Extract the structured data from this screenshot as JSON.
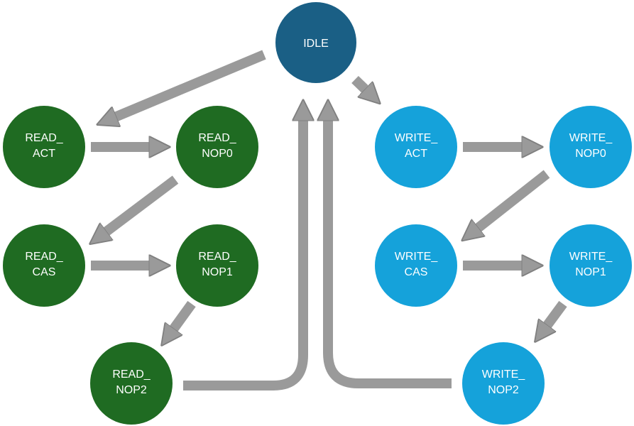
{
  "diagram": {
    "colors": {
      "idle": "#1a5f85",
      "read": "#1f6b22",
      "write": "#15a2da",
      "arrow": "#9a9a9a"
    },
    "nodes": {
      "idle": {
        "line1": "IDLE"
      },
      "read_act": {
        "line1": "READ_",
        "line2": "ACT"
      },
      "read_nop0": {
        "line1": "READ_",
        "line2": "NOP0"
      },
      "read_cas": {
        "line1": "READ_",
        "line2": "CAS"
      },
      "read_nop1": {
        "line1": "READ_",
        "line2": "NOP1"
      },
      "read_nop2": {
        "line1": "READ_",
        "line2": "NOP2"
      },
      "write_act": {
        "line1": "WRITE_",
        "line2": "ACT"
      },
      "write_nop0": {
        "line1": "WRITE_",
        "line2": "NOP0"
      },
      "write_cas": {
        "line1": "WRITE_",
        "line2": "CAS"
      },
      "write_nop1": {
        "line1": "WRITE_",
        "line2": "NOP1"
      },
      "write_nop2": {
        "line1": "WRITE_",
        "line2": "NOP2"
      }
    }
  }
}
